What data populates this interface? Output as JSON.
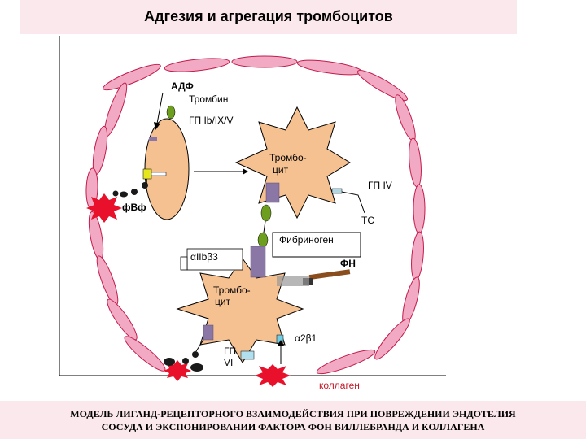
{
  "title": "Адгезия и агрегация тромбоцитов",
  "caption_line1": "МОДЕЛЬ ЛИГАНД-РЕЦЕПТОРНОГО ВЗАИМОДЕЙСТВИЯ ПРИ ПОВРЕЖДЕНИИ   ЭНДОТЕЛИЯ",
  "caption_line2": "СОСУДА И ЭКСПОНИРОВАНИИ ФАКТОРА ФОН ВИЛЛЕБРАНДА И КОЛЛАГЕНА",
  "labels": {
    "adp": "АДФ",
    "thrombin": "Тромбин",
    "gp_ib": "ГП Ib/IX/V",
    "vwf": "фВф",
    "platelet1": [
      "Тромбо-",
      "цит"
    ],
    "gp_iib_iiia": "ГП IV",
    "tc": "ТС",
    "fibrinogen": "Фибриноген",
    "integrin_aiib": "αIIbβ3",
    "fn": "ФН",
    "platelet2": [
      "Тромбо-",
      "цит"
    ],
    "a2b1": "α2β1",
    "gp_vi": [
      "ГП",
      "VI"
    ],
    "collagen": "коллаген"
  },
  "colors": {
    "endothelium": "#f2a9c4",
    "platelet": "#f5c191",
    "injury": "#e8102a",
    "green": "#6e9e1e",
    "receptor": "#8b77a6",
    "panel_bg": "#fbe8ec"
  }
}
